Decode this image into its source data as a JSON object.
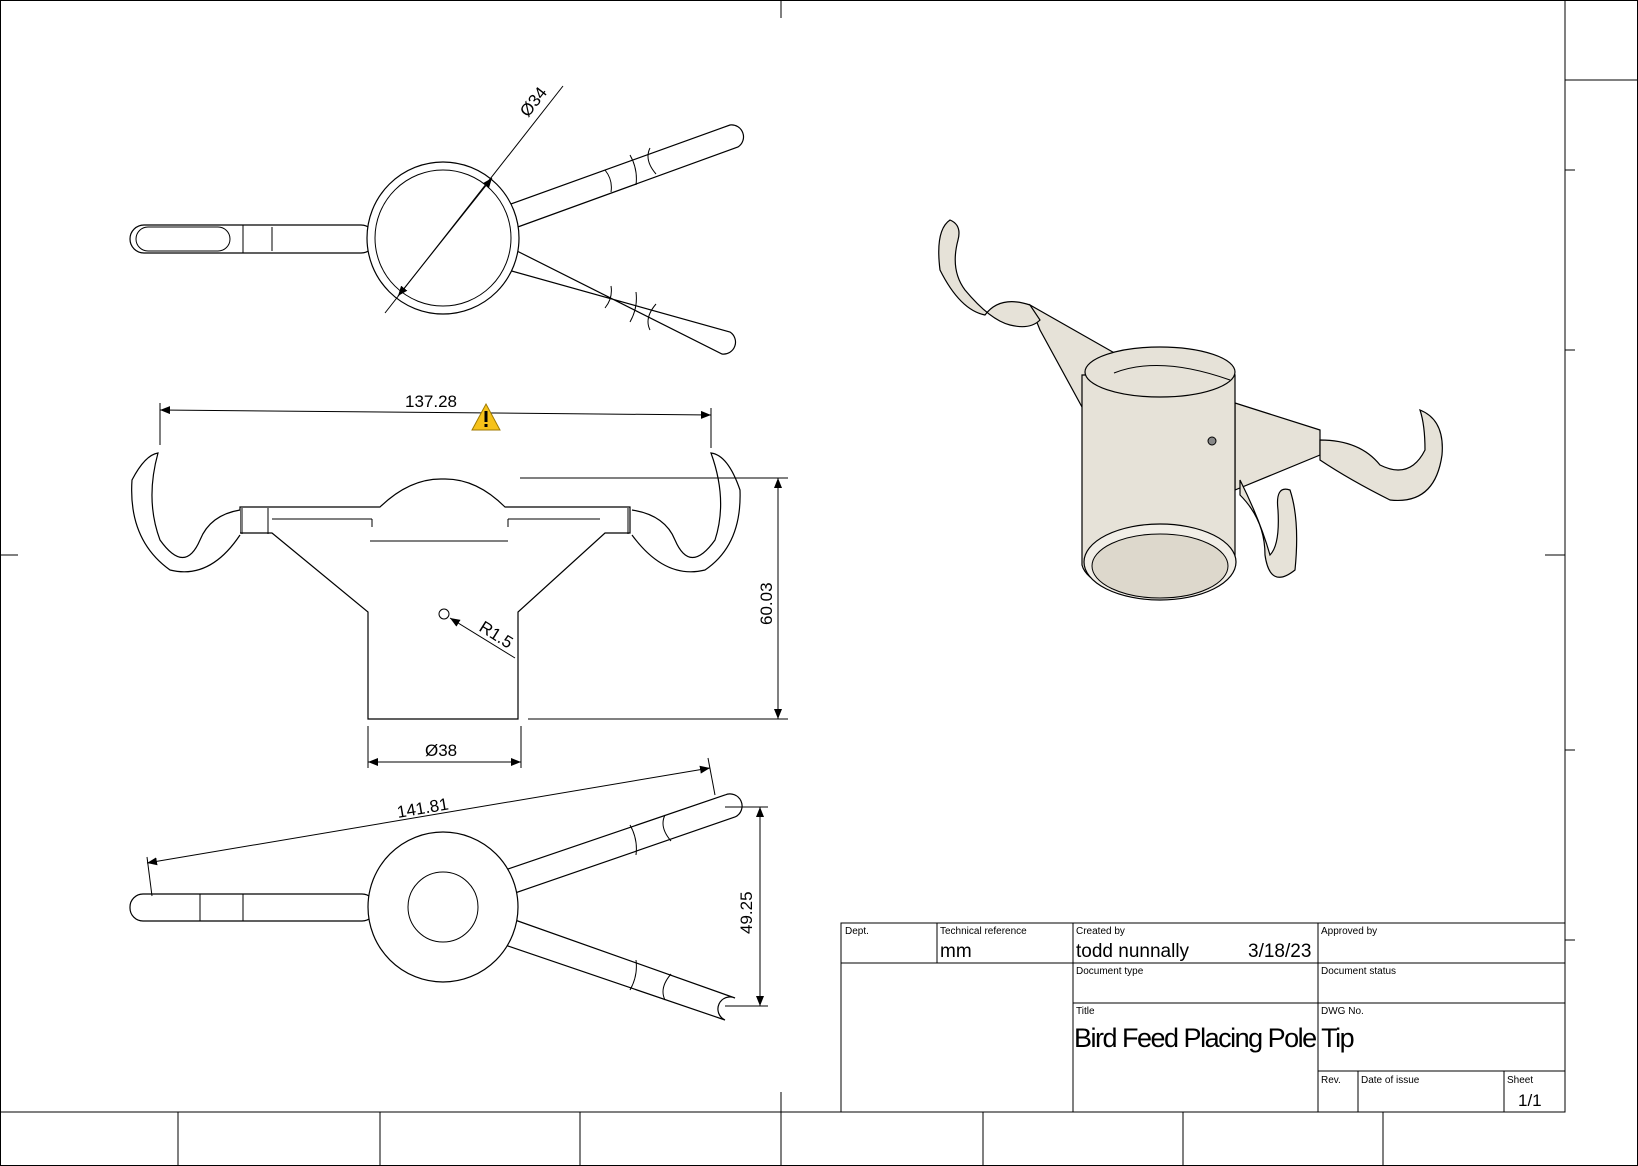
{
  "drawing": {
    "dimensions": {
      "top_diameter": "Ø34",
      "overall_width": "137.28",
      "height": "60.03",
      "hole_radius": "R1.5",
      "body_diameter": "Ø38",
      "diagonal_span": "141.81",
      "arm_spread": "49.25"
    },
    "warning_icon": "warning-triangle-icon"
  },
  "title_block": {
    "dept_label": "Dept.",
    "tech_ref_label": "Technical reference",
    "tech_ref_value": "mm",
    "created_by_label": "Created by",
    "created_by_value": "todd nunnally",
    "created_date": "3/18/23",
    "approved_by_label": "Approved by",
    "doc_type_label": "Document type",
    "doc_status_label": "Document status",
    "title_label": "Title",
    "title_value": "Bird Feed Placing Pole Tip",
    "dwg_no_label": "DWG No.",
    "rev_label": "Rev.",
    "date_of_issue_label": "Date of issue",
    "sheet_label": "Sheet",
    "sheet_value": "1/1"
  }
}
